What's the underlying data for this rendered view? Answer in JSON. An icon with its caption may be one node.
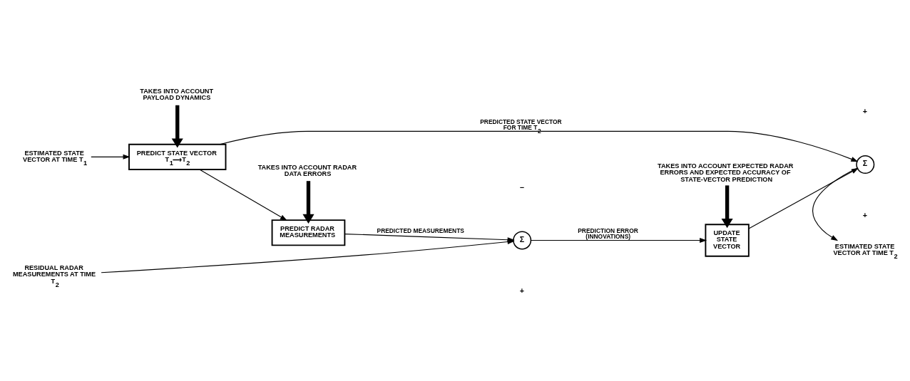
{
  "diagram": {
    "nodes": [
      {
        "text": [
          "ESTIMATED STATE VECTOR AT TIME T$_{1}$"
        ]
      },
      {
        "text": [
          "PREDICT STATE VECTOR",
          "T$_{1}$⟶T$_{2}$"
        ]
      },
      {
        "text": [
          "TAKES INTO ACCOUNT PAYLOAD DYNAMICS"
        ]
      },
      {
        "text": [
          "Σ"
        ]
      },
      {
        "text": [
          "ESTIMATED STATE VECTOR AT TIME T$_{2}$"
        ]
      },
      {
        "text": [
          "TAKES INTO ACCOUNT RADAR DATA ERRORS"
        ]
      },
      {
        "text": [
          "PREDICT RADAR MEASUREMENTS"
        ]
      },
      {
        "text": [
          "RESIDUAL RADAR MEASUREMENTS AT TIME T$_{2}$"
        ]
      },
      {
        "text": [
          "Σ"
        ]
      },
      {
        "text": [
          "UPDATE STATE VECTOR"
        ]
      },
      {
        "text": [
          "TAKES INTO ACCOUNT EXPECTED RADAR ERRORS AND EXPECTED ACCURACY OF STATE-VECTOR PREDICTION"
        ]
      }
    ],
    "edges": [
      {
        "from": 0,
        "to": 1,
        "arrow": "to"
      },
      {
        "from": 2,
        "to": 1,
        "arrow": "to",
        "style": "thick"
      },
      {
        "from": 1,
        "to": 3,
        "arrow": "to",
        "label": "PREDICTED STATE VECTOR FOR TIME T$_{2}$"
      },
      {
        "from": 1,
        "to": 6,
        "arrow": "to"
      },
      {
        "from": 3,
        "to": 4,
        "arrow": "to"
      },
      {
        "from": 5,
        "to": 6,
        "arrow": "to",
        "style": "thick"
      },
      {
        "from": 6,
        "to": 8,
        "arrow": "to",
        "label": "PREDICTED MEASUREMENTS"
      },
      {
        "from": 7,
        "to": 8,
        "arrow": "to"
      },
      {
        "from": 8,
        "to": 9,
        "arrow": "to",
        "label": "PREDICTION ERROR (INNOVATIONS)"
      },
      {
        "from": 9,
        "to": 3,
        "arrow": "to"
      },
      {
        "from": 10,
        "to": 9,
        "arrow": "to",
        "style": "thick"
      }
    ],
    "labels": [
      "+",
      "+",
      "−",
      "+"
    ]
  }
}
